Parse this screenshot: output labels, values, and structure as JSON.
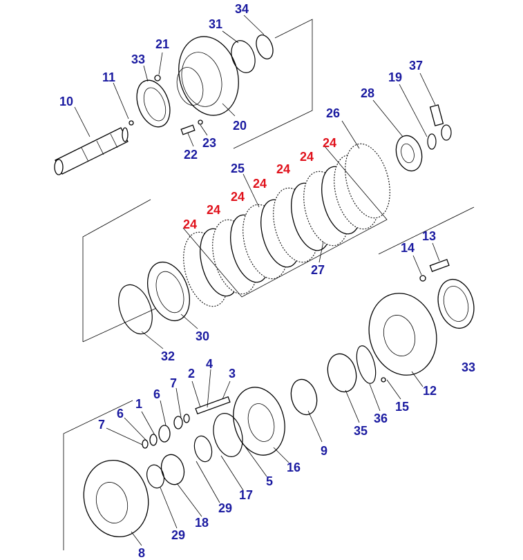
{
  "diagram": {
    "labels": [
      {
        "id": "34a",
        "text": "34",
        "color": "blue"
      },
      {
        "id": "31a",
        "text": "31",
        "color": "blue"
      },
      {
        "id": "21a",
        "text": "21",
        "color": "blue"
      },
      {
        "id": "33a",
        "text": "33",
        "color": "blue"
      },
      {
        "id": "11a",
        "text": "11",
        "color": "blue"
      },
      {
        "id": "10a",
        "text": "10",
        "color": "blue"
      },
      {
        "id": "20a",
        "text": "20",
        "color": "blue"
      },
      {
        "id": "22a",
        "text": "22",
        "color": "blue"
      },
      {
        "id": "23a",
        "text": "23",
        "color": "blue"
      },
      {
        "id": "37a",
        "text": "37",
        "color": "blue"
      },
      {
        "id": "19a",
        "text": "19",
        "color": "blue"
      },
      {
        "id": "28a",
        "text": "28",
        "color": "blue"
      },
      {
        "id": "26a",
        "text": "26",
        "color": "blue"
      },
      {
        "id": "24a",
        "text": "24",
        "color": "red"
      },
      {
        "id": "24b",
        "text": "24",
        "color": "red"
      },
      {
        "id": "24c",
        "text": "24",
        "color": "red"
      },
      {
        "id": "24d",
        "text": "24",
        "color": "red"
      },
      {
        "id": "24e",
        "text": "24",
        "color": "red"
      },
      {
        "id": "24f",
        "text": "24",
        "color": "red"
      },
      {
        "id": "24g",
        "text": "24",
        "color": "red"
      },
      {
        "id": "25a",
        "text": "25",
        "color": "blue"
      },
      {
        "id": "27a",
        "text": "27",
        "color": "blue"
      },
      {
        "id": "14a",
        "text": "14",
        "color": "blue"
      },
      {
        "id": "13a",
        "text": "13",
        "color": "blue"
      },
      {
        "id": "33b",
        "text": "33",
        "color": "blue"
      },
      {
        "id": "32a",
        "text": "32",
        "color": "blue"
      },
      {
        "id": "30a",
        "text": "30",
        "color": "blue"
      },
      {
        "id": "4a",
        "text": "4",
        "color": "blue"
      },
      {
        "id": "3a",
        "text": "3",
        "color": "blue"
      },
      {
        "id": "2a",
        "text": "2",
        "color": "blue"
      },
      {
        "id": "7a",
        "text": "7",
        "color": "blue"
      },
      {
        "id": "6a",
        "text": "6",
        "color": "blue"
      },
      {
        "id": "1a",
        "text": "1",
        "color": "blue"
      },
      {
        "id": "6b",
        "text": "6",
        "color": "blue"
      },
      {
        "id": "7b",
        "text": "7",
        "color": "blue"
      },
      {
        "id": "9a",
        "text": "9",
        "color": "blue"
      },
      {
        "id": "35a",
        "text": "35",
        "color": "blue"
      },
      {
        "id": "36a",
        "text": "36",
        "color": "blue"
      },
      {
        "id": "15a",
        "text": "15",
        "color": "blue"
      },
      {
        "id": "12a",
        "text": "12",
        "color": "blue"
      },
      {
        "id": "16a",
        "text": "16",
        "color": "blue"
      },
      {
        "id": "5a",
        "text": "5",
        "color": "blue"
      },
      {
        "id": "17a",
        "text": "17",
        "color": "blue"
      },
      {
        "id": "29a",
        "text": "29",
        "color": "blue"
      },
      {
        "id": "29b",
        "text": "29",
        "color": "blue"
      },
      {
        "id": "18a",
        "text": "18",
        "color": "blue"
      },
      {
        "id": "8a",
        "text": "8",
        "color": "blue"
      }
    ],
    "colors": {
      "blue": "#1a1aa0",
      "red": "#e0101a",
      "line": "#000000"
    }
  }
}
